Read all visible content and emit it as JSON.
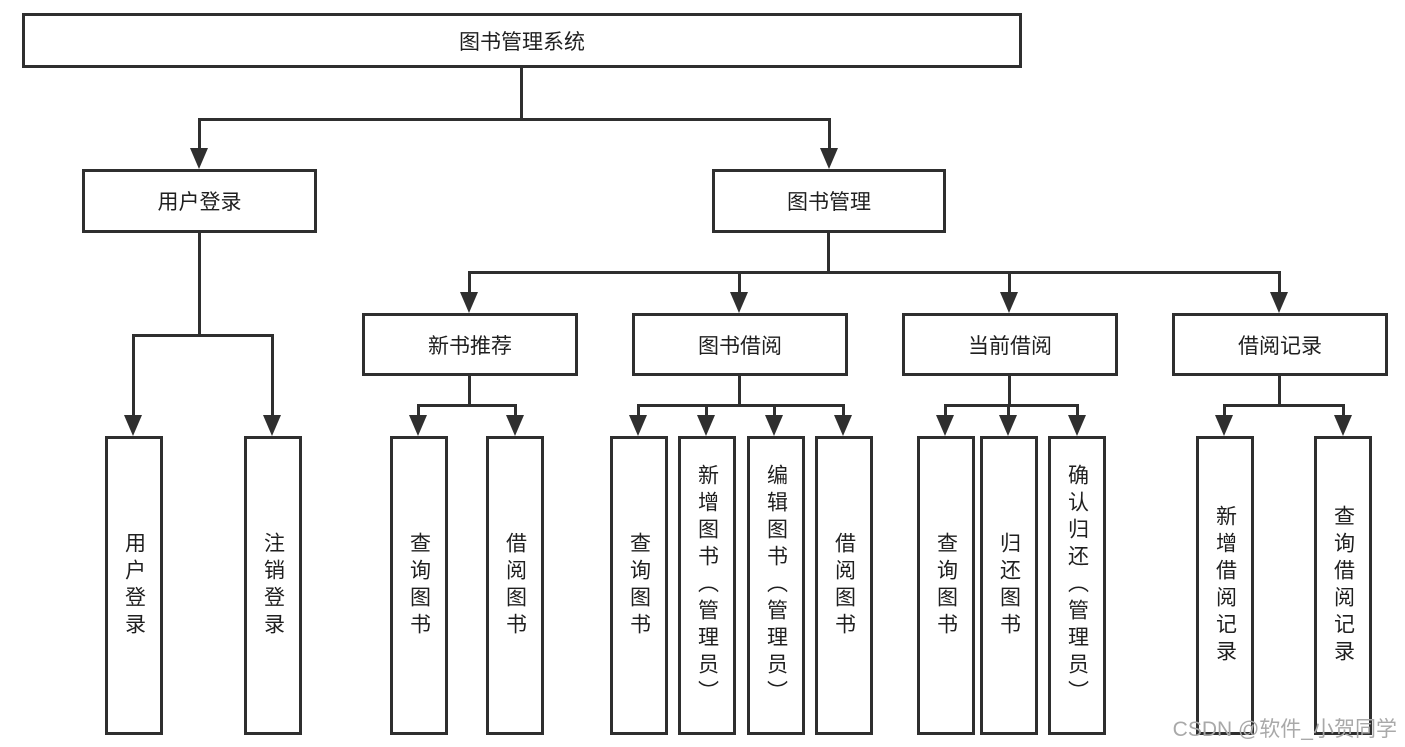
{
  "tree": {
    "label": "图书管理系统",
    "children": [
      {
        "label": "用户登录",
        "children": [
          {
            "label": "用户登录"
          },
          {
            "label": "注销登录"
          }
        ]
      },
      {
        "label": "图书管理",
        "children": [
          {
            "label": "新书推荐",
            "children": [
              {
                "label": "查询图书"
              },
              {
                "label": "借阅图书"
              }
            ]
          },
          {
            "label": "图书借阅",
            "children": [
              {
                "label": "查询图书"
              },
              {
                "label": "新增图书（管理员）"
              },
              {
                "label": "编辑图书（管理员）"
              },
              {
                "label": "借阅图书"
              }
            ]
          },
          {
            "label": "当前借阅",
            "children": [
              {
                "label": "查询图书"
              },
              {
                "label": "归还图书"
              },
              {
                "label": "确认归还（管理员）"
              }
            ]
          },
          {
            "label": "借阅记录",
            "children": [
              {
                "label": "新增借阅记录"
              },
              {
                "label": "查询借阅记录"
              }
            ]
          }
        ]
      }
    ]
  },
  "watermark": {
    "text": "CSDN @软件_小贺同学"
  },
  "colors": {
    "line": "#2f2f2f",
    "text": "#1f1f1f",
    "background": "#ffffff",
    "watermark": "#a9a9a9"
  }
}
